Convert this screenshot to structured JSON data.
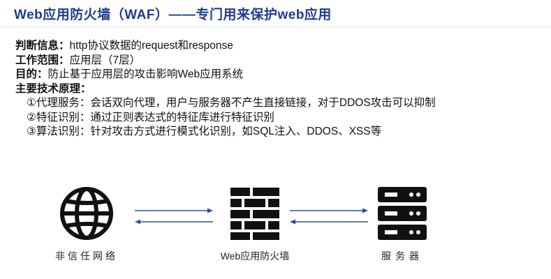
{
  "title": "Web应用防火墙（WAF）——专门用来保护web应用",
  "points": [
    {
      "key": "判断信息：",
      "value": "http协议数据的request和response"
    },
    {
      "key": "工作范围：",
      "value": "应用层（7层）"
    },
    {
      "key": "目的：",
      "value": "防止基于应用层的攻击影响Web应用系统"
    },
    {
      "key": "主要技术原理：",
      "value": ""
    }
  ],
  "principles": [
    "①代理服务：会话双向代理，用户与服务器不产生直接链接，对于DDOS攻击可以抑制",
    "②特征识别：通过正则表达式的特征库进行特征识别",
    "③算法识别：针对攻击方式进行模式化识别，如SQL注入、DDOS、XSS等"
  ],
  "diagram": {
    "nodes": [
      {
        "label": "非信任网络",
        "icon": "globe-icon"
      },
      {
        "label": "Web应用防火墙",
        "icon": "firewall-icon"
      },
      {
        "label": "服务器",
        "icon": "server-icon"
      }
    ],
    "arrow_color": "#2c4fa3"
  }
}
